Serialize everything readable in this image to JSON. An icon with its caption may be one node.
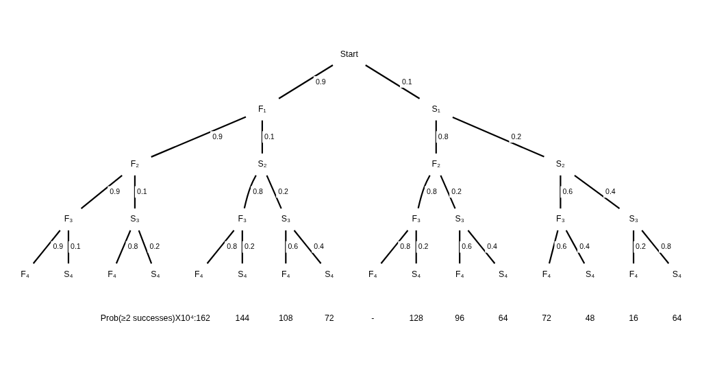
{
  "diagram": {
    "nodes": [
      {
        "text": [
          "Start"
        ]
      },
      {
        "text": [
          "F₁"
        ]
      },
      {
        "text": [
          "S₁"
        ]
      },
      {
        "text": [
          "F₂"
        ]
      },
      {
        "text": [
          "S₂"
        ]
      },
      {
        "text": [
          "F₂"
        ]
      },
      {
        "text": [
          "S₂"
        ]
      },
      {
        "text": [
          "F₃"
        ]
      },
      {
        "text": [
          "S₃"
        ]
      },
      {
        "text": [
          "F₃"
        ]
      },
      {
        "text": [
          "S₃"
        ]
      },
      {
        "text": [
          "F₃"
        ]
      },
      {
        "text": [
          "S₃"
        ]
      },
      {
        "text": [
          "F₃"
        ]
      },
      {
        "text": [
          "S₃"
        ]
      },
      {
        "text": [
          "F₄"
        ]
      },
      {
        "text": [
          "S₄"
        ]
      },
      {
        "text": [
          "F₄"
        ]
      },
      {
        "text": [
          "S₄"
        ]
      },
      {
        "text": [
          "F₄"
        ]
      },
      {
        "text": [
          "S₄"
        ]
      },
      {
        "text": [
          "F₄"
        ]
      },
      {
        "text": [
          "S₄"
        ]
      },
      {
        "text": [
          "F₄"
        ]
      },
      {
        "text": [
          "S₄"
        ]
      },
      {
        "text": [
          "F₄"
        ]
      },
      {
        "text": [
          "S₄"
        ]
      },
      {
        "text": [
          "F₄"
        ]
      },
      {
        "text": [
          "S₄"
        ]
      },
      {
        "text": [
          "F₄"
        ]
      },
      {
        "text": [
          "S₄"
        ]
      }
    ],
    "edges": [
      {
        "from": 0,
        "to": 1,
        "arrow": "none",
        "label": "0.9"
      },
      {
        "from": 0,
        "to": 2,
        "arrow": "none",
        "label": "0.1"
      },
      {
        "from": 1,
        "to": 3,
        "arrow": "none",
        "label": "0.9"
      },
      {
        "from": 1,
        "to": 4,
        "arrow": "none",
        "label": "0.1"
      },
      {
        "from": 2,
        "to": 5,
        "arrow": "none",
        "label": "0.8"
      },
      {
        "from": 2,
        "to": 6,
        "arrow": "none",
        "label": "0.2"
      },
      {
        "from": 3,
        "to": 7,
        "arrow": "none",
        "label": "0.9"
      },
      {
        "from": 3,
        "to": 8,
        "arrow": "none",
        "label": "0.1"
      },
      {
        "from": 4,
        "to": 9,
        "arrow": "none",
        "label": "0.8"
      },
      {
        "from": 4,
        "to": 10,
        "arrow": "none",
        "label": "0.2"
      },
      {
        "from": 5,
        "to": 11,
        "arrow": "none",
        "label": "0.8"
      },
      {
        "from": 5,
        "to": 12,
        "arrow": "none",
        "label": "0.2"
      },
      {
        "from": 6,
        "to": 13,
        "arrow": "none",
        "label": "0.6"
      },
      {
        "from": 6,
        "to": 14,
        "arrow": "none",
        "label": "0.4"
      },
      {
        "from": 7,
        "to": 15,
        "arrow": "none",
        "label": "0.9"
      },
      {
        "from": 7,
        "to": 16,
        "arrow": "none",
        "label": "0.1"
      },
      {
        "from": 8,
        "to": 17,
        "arrow": "none",
        "label": "0.8"
      },
      {
        "from": 8,
        "to": 18,
        "arrow": "none",
        "label": "0.2"
      },
      {
        "from": 9,
        "to": 19,
        "arrow": "none",
        "label": "0.8"
      },
      {
        "from": 9,
        "to": 20,
        "arrow": "none",
        "label": "0.2"
      },
      {
        "from": 10,
        "to": 21,
        "arrow": "none",
        "label": "0.6"
      },
      {
        "from": 10,
        "to": 22,
        "arrow": "none",
        "label": "0.4"
      },
      {
        "from": 11,
        "to": 23,
        "arrow": "none",
        "label": "0.8"
      },
      {
        "from": 11,
        "to": 24,
        "arrow": "none",
        "label": "0.2"
      },
      {
        "from": 12,
        "to": 25,
        "arrow": "none",
        "label": "0.6"
      },
      {
        "from": 12,
        "to": 26,
        "arrow": "none",
        "label": "0.4"
      },
      {
        "from": 13,
        "to": 27,
        "arrow": "none",
        "label": "0.6"
      },
      {
        "from": 13,
        "to": 28,
        "arrow": "none",
        "label": "0.4"
      },
      {
        "from": 14,
        "to": 29,
        "arrow": "none",
        "label": "0.2"
      },
      {
        "from": 14,
        "to": 30,
        "arrow": "none",
        "label": "0.8"
      }
    ],
    "labels": [
      "Prob(≥2 successes)X10⁴:162",
      "144",
      "108",
      "72",
      "-",
      "128",
      "96",
      "64",
      "72",
      "48",
      "16",
      "64"
    ]
  }
}
